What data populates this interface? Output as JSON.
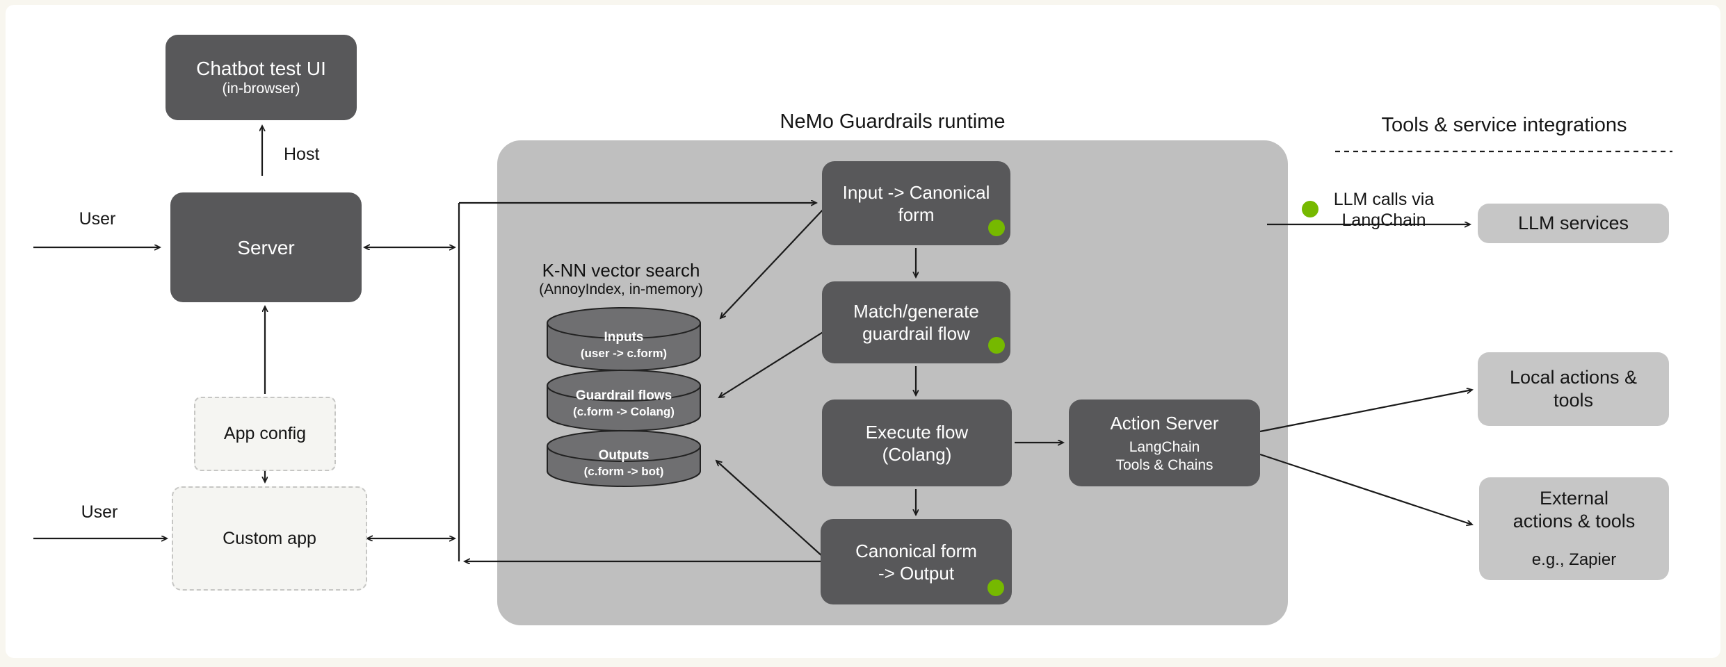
{
  "diagram": {
    "left": {
      "chatbot": {
        "title": "Chatbot test UI",
        "subtitle": "(in-browser)"
      },
      "host_label": "Host",
      "user_top_label": "User",
      "server": {
        "title": "Server"
      },
      "app_config": {
        "title": "App config"
      },
      "user_bottom_label": "User",
      "custom_app": {
        "title": "Custom app"
      }
    },
    "runtime": {
      "title": "NeMo Guardrails runtime",
      "knn": {
        "title": "K-NN vector search",
        "subtitle": "(AnnoyIndex, in-memory)",
        "cylinders": [
          {
            "line1": "Inputs",
            "line2": "(user -> c.form)"
          },
          {
            "line1": "Guardrail flows",
            "line2": "(c.form -> Colang)"
          },
          {
            "line1": "Outputs",
            "line2": "(c.form -> bot)"
          }
        ]
      },
      "pipeline": [
        {
          "line1": "Input -> Canonical",
          "line2": "form"
        },
        {
          "line1": "Match/generate",
          "line2": "guardrail flow"
        },
        {
          "line1": "Execute flow",
          "line2": "(Colang)"
        },
        {
          "line1": "Canonical form",
          "line2": "-> Output"
        }
      ],
      "action_server": {
        "title": "Action Server",
        "subtitle1": "LangChain",
        "subtitle2": "Tools & Chains"
      }
    },
    "integrations": {
      "title": "Tools & service integrations",
      "llm_legend": {
        "line1": "LLM calls via",
        "line2": "LangChain"
      },
      "llm_services": "LLM services",
      "local": {
        "line1": "Local actions &",
        "line2": "tools"
      },
      "external": {
        "line1": "External",
        "line2": "actions & tools",
        "note": "e.g., Zapier"
      }
    },
    "colors": {
      "accent_green": "#76b900",
      "dark_box": "#58585a",
      "runtime_background": "#bfbfbf",
      "light_box": "#c6c6c6",
      "page_background": "#f8f6ef"
    }
  }
}
